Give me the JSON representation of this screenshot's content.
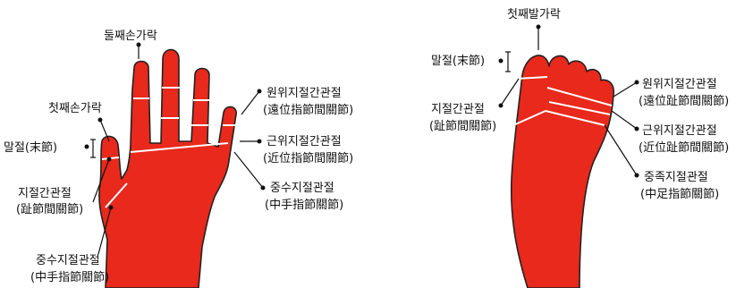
{
  "hand": {
    "second_finger": "둘째손가락",
    "thumb": "첫째손가락",
    "distal_phalanx": "말절(末節)",
    "ip_joint_1": "지절간관절",
    "ip_joint_2": "(趾節間關節)",
    "mcp_joint_1": "중수지절관절",
    "mcp_joint_2": "(中手指節關節)",
    "dip_joint_1": "원위지절간관절",
    "dip_joint_2": "(遠位指節間關節)",
    "pip_joint_1": "근위지절간관절",
    "pip_joint_2": "(近位指節間關節)",
    "mcp_right_1": "중수지절관절",
    "mcp_right_2": "(中手指節關節)"
  },
  "foot": {
    "big_toe": "첫째발가락",
    "distal_phalanx": "말절(末節)",
    "ip_joint_1": "지절간관절",
    "ip_joint_2": "(趾節間關節)",
    "dip_joint_1": "원위지절간관절",
    "dip_joint_2": "(遠位趾節間關節)",
    "pip_joint_1": "근위지절간관절",
    "pip_joint_2": "(近位趾節間關節)",
    "mtp_joint_1": "중족지절관절",
    "mtp_joint_2": "(中足指節關節)"
  },
  "colors": {
    "bone_fill": "#e8291c",
    "outline": "#222222",
    "joint_line": "#ffffff"
  }
}
